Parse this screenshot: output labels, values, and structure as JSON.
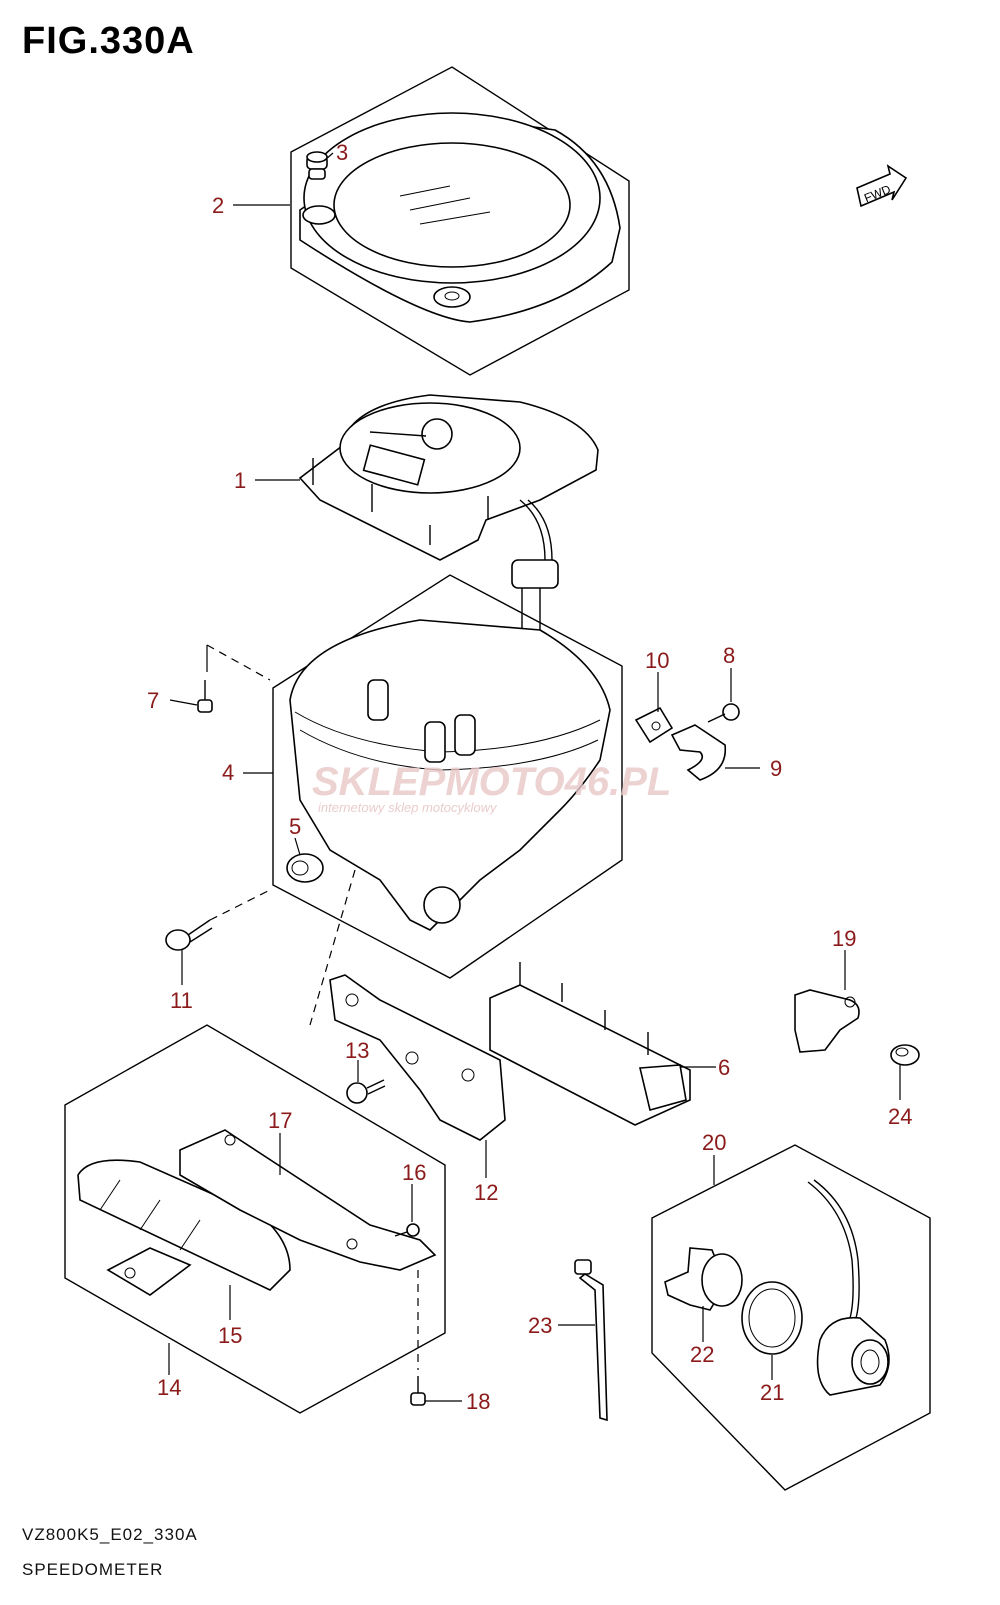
{
  "figure": {
    "title": "FIG.330A",
    "model_code": "VZ800K5_E02_330A",
    "section_name": "SPEEDOMETER"
  },
  "direction_marker": {
    "label": "FWD",
    "icon": "forward-arrow-icon"
  },
  "watermark": {
    "main": "SKLEPMOTO46.PL",
    "sub": "internetowy sklep motocyklowy"
  },
  "callouts": [
    "1",
    "2",
    "3",
    "4",
    "5",
    "6",
    "7",
    "8",
    "9",
    "10",
    "11",
    "12",
    "13",
    "14",
    "15",
    "16",
    "17",
    "18",
    "19",
    "20",
    "21",
    "22",
    "23",
    "24"
  ],
  "colors": {
    "callout_text": "#8b1a1a",
    "line": "#000000",
    "watermark": "#e9c8c8"
  }
}
